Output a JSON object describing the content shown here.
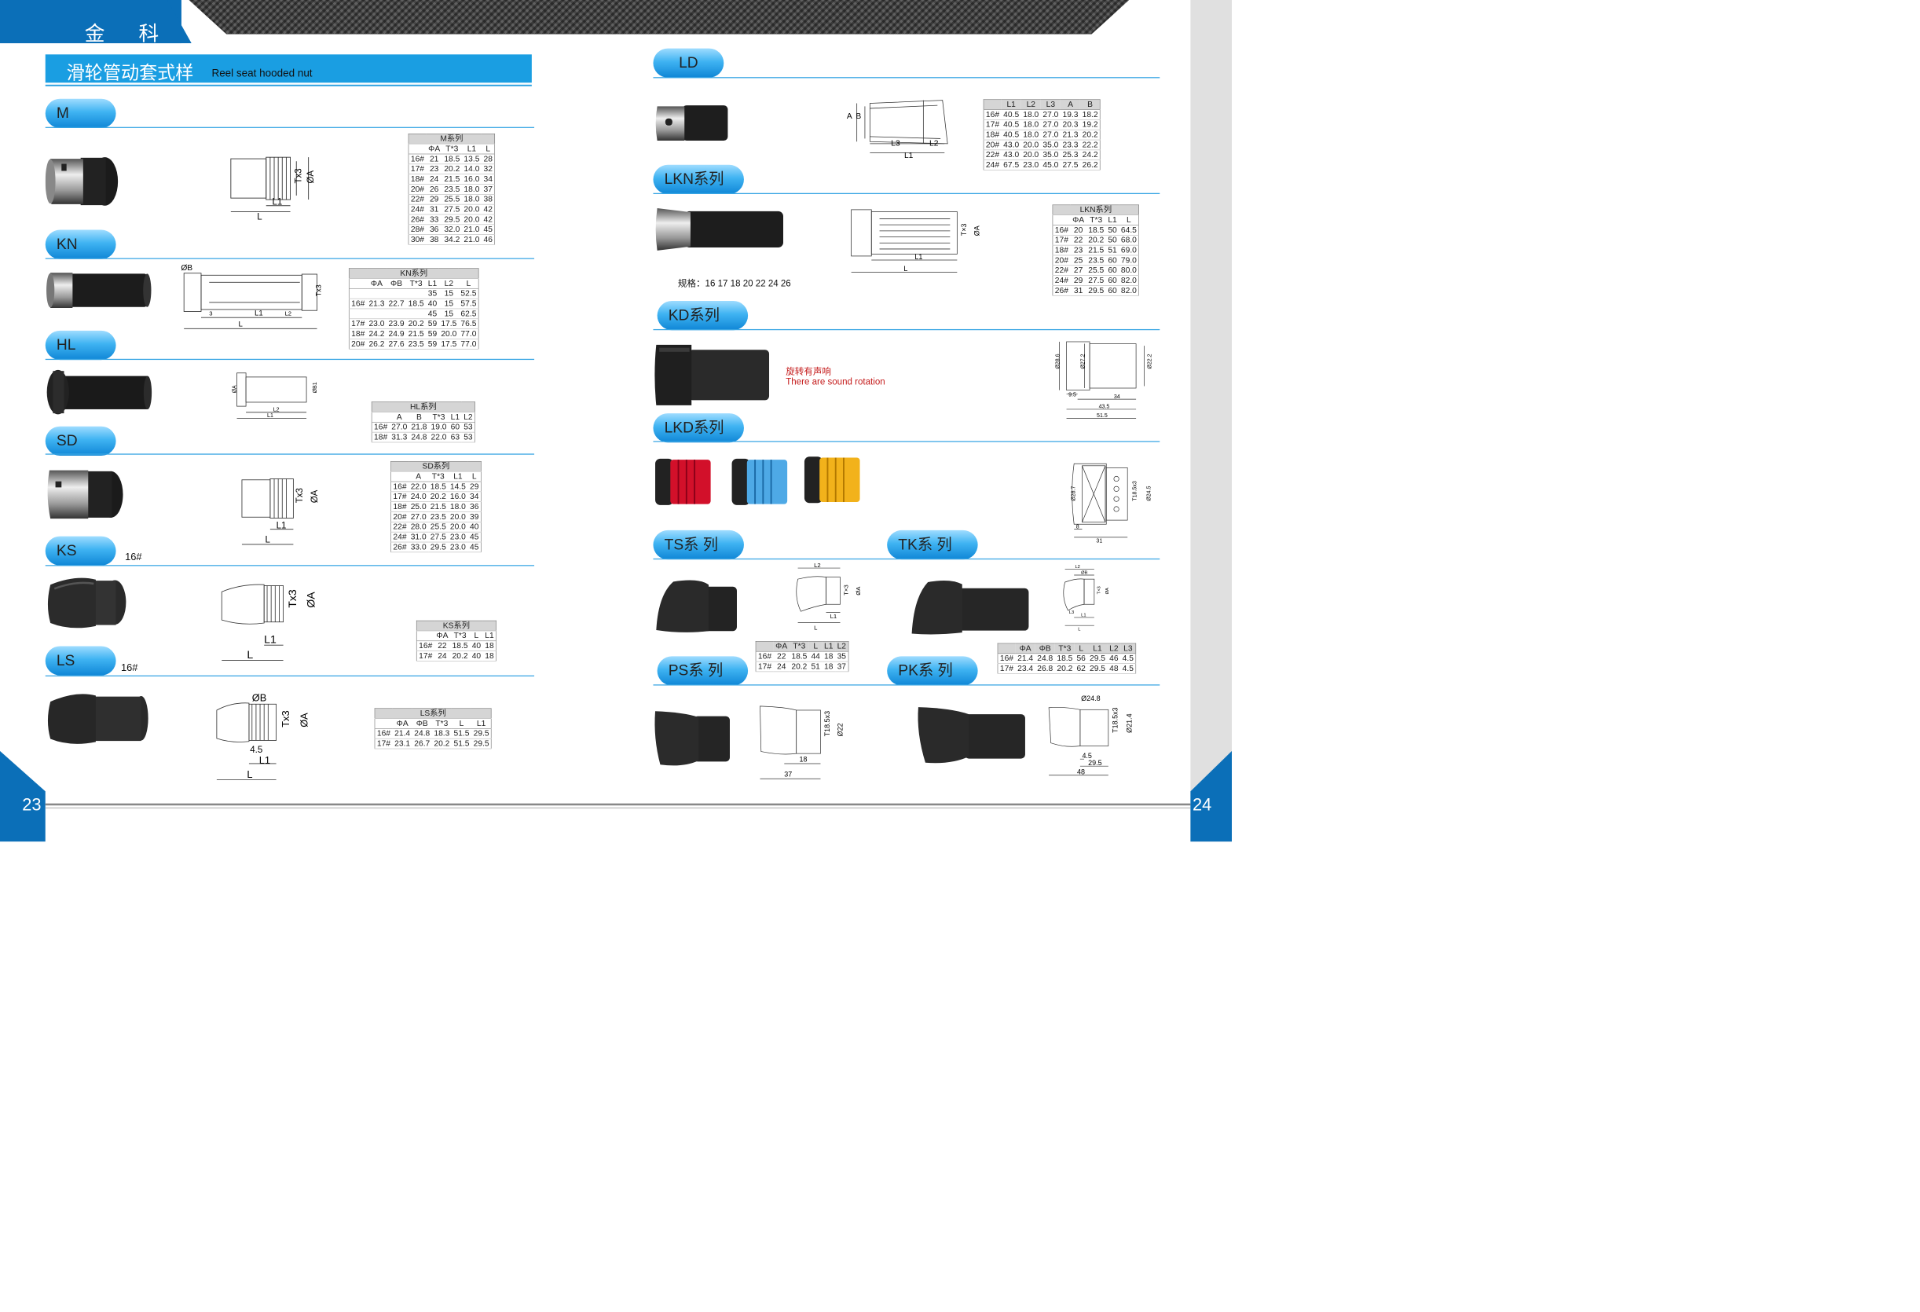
{
  "header": {
    "brand": "金 科"
  },
  "title": {
    "cn": "滑轮管动套式样",
    "en": "Reel seat hooded nut"
  },
  "pages": {
    "left": "23",
    "right": "24"
  },
  "sections": {
    "M": "M",
    "KN": "KN",
    "HL": "HL",
    "SD": "SD",
    "KS": "KS",
    "LS": "LS",
    "LD": "LD",
    "LKN": "LKN系列",
    "KD": "KD系列",
    "LKD": "LKD系列",
    "TS": "TS系 列",
    "TK": "TK系 列",
    "PS": "PS系 列",
    "PK": "PK系 列"
  },
  "suffix": {
    "KS": "16#",
    "LS": "16#"
  },
  "lkn_spec": "规格：16  17  18  20  22  24  26",
  "kd_note": {
    "cn": "旋转有声响",
    "en": "There are sound rotation"
  },
  "tables": {
    "M": {
      "caption": "M系列",
      "headers": [
        "",
        "ΦA",
        "T*3",
        "L1",
        "L"
      ],
      "rows": [
        [
          "16#",
          "21",
          "18.5",
          "13.5",
          "28"
        ],
        [
          "17#",
          "23",
          "20.2",
          "14.0",
          "32"
        ],
        [
          "18#",
          "24",
          "21.5",
          "16.0",
          "34"
        ],
        [
          "20#",
          "26",
          "23.5",
          "18.0",
          "37"
        ],
        [
          "22#",
          "29",
          "25.5",
          "18.0",
          "38"
        ],
        [
          "24#",
          "31",
          "27.5",
          "20.0",
          "42"
        ],
        [
          "26#",
          "33",
          "29.5",
          "20.0",
          "42"
        ],
        [
          "28#",
          "36",
          "32.0",
          "21.0",
          "45"
        ],
        [
          "30#",
          "38",
          "34.2",
          "21.0",
          "46"
        ]
      ]
    },
    "KN": {
      "caption": "KN系列",
      "headers": [
        "",
        "ΦA",
        "ΦB",
        "T*3",
        "L1",
        "L2",
        "L"
      ],
      "rows": [
        [
          "",
          "",
          "",
          "",
          "35",
          "15",
          "52.5"
        ],
        [
          "16#",
          "21.3",
          "22.7",
          "18.5",
          "40",
          "15",
          "57.5"
        ],
        [
          "",
          "",
          "",
          "",
          "45",
          "15",
          "62.5"
        ],
        [
          "17#",
          "23.0",
          "23.9",
          "20.2",
          "59",
          "17.5",
          "76.5"
        ],
        [
          "18#",
          "24.2",
          "24.9",
          "21.5",
          "59",
          "20.0",
          "77.0"
        ],
        [
          "20#",
          "26.2",
          "27.6",
          "23.5",
          "59",
          "17.5",
          "77.0"
        ]
      ]
    },
    "HL": {
      "caption": "HL系列",
      "headers": [
        "",
        "A",
        "B",
        "T*3",
        "L1",
        "L2"
      ],
      "rows": [
        [
          "16#",
          "27.0",
          "21.8",
          "19.0",
          "60",
          "53"
        ],
        [
          "18#",
          "31.3",
          "24.8",
          "22.0",
          "63",
          "53"
        ]
      ]
    },
    "SD": {
      "caption": "SD系列",
      "headers": [
        "",
        "A",
        "T*3",
        "L1",
        "L"
      ],
      "rows": [
        [
          "16#",
          "22.0",
          "18.5",
          "14.5",
          "29"
        ],
        [
          "17#",
          "24.0",
          "20.2",
          "16.0",
          "34"
        ],
        [
          "18#",
          "25.0",
          "21.5",
          "18.0",
          "36"
        ],
        [
          "20#",
          "27.0",
          "23.5",
          "20.0",
          "39"
        ],
        [
          "22#",
          "28.0",
          "25.5",
          "20.0",
          "40"
        ],
        [
          "24#",
          "31.0",
          "27.5",
          "23.0",
          "45"
        ],
        [
          "26#",
          "33.0",
          "29.5",
          "23.0",
          "45"
        ]
      ]
    },
    "KS": {
      "caption": "KS系列",
      "headers": [
        "",
        "ΦA",
        "T*3",
        "L",
        "L1"
      ],
      "rows": [
        [
          "16#",
          "22",
          "18.5",
          "40",
          "18"
        ],
        [
          "17#",
          "24",
          "20.2",
          "40",
          "18"
        ]
      ]
    },
    "LS": {
      "caption": "LS系列",
      "headers": [
        "",
        "ΦA",
        "ΦB",
        "T*3",
        "L",
        "L1"
      ],
      "rows": [
        [
          "16#",
          "21.4",
          "24.8",
          "18.3",
          "51.5",
          "29.5"
        ],
        [
          "17#",
          "23.1",
          "26.7",
          "20.2",
          "51.5",
          "29.5"
        ]
      ]
    },
    "LD": {
      "caption": "",
      "headers": [
        "",
        "L1",
        "L2",
        "L3",
        "A",
        "B"
      ],
      "rows": [
        [
          "16#",
          "40.5",
          "18.0",
          "27.0",
          "19.3",
          "18.2"
        ],
        [
          "17#",
          "40.5",
          "18.0",
          "27.0",
          "20.3",
          "19.2"
        ],
        [
          "18#",
          "40.5",
          "18.0",
          "27.0",
          "21.3",
          "20.2"
        ],
        [
          "20#",
          "43.0",
          "20.0",
          "35.0",
          "23.3",
          "22.2"
        ],
        [
          "22#",
          "43.0",
          "20.0",
          "35.0",
          "25.3",
          "24.2"
        ],
        [
          "24#",
          "67.5",
          "23.0",
          "45.0",
          "27.5",
          "26.2"
        ]
      ]
    },
    "LKN": {
      "caption": "LKN系列",
      "headers": [
        "",
        "ΦA",
        "T*3",
        "L1",
        "L"
      ],
      "rows": [
        [
          "16#",
          "20",
          "18.5",
          "50",
          "64.5"
        ],
        [
          "17#",
          "22",
          "20.2",
          "50",
          "68.0"
        ],
        [
          "18#",
          "23",
          "21.5",
          "51",
          "69.0"
        ],
        [
          "20#",
          "25",
          "23.5",
          "60",
          "79.0"
        ],
        [
          "22#",
          "27",
          "25.5",
          "60",
          "80.0"
        ],
        [
          "24#",
          "29",
          "27.5",
          "60",
          "82.0"
        ],
        [
          "26#",
          "31",
          "29.5",
          "60",
          "82.0"
        ]
      ]
    },
    "TS": {
      "caption": "",
      "headers": [
        "",
        "ΦA",
        "T*3",
        "L",
        "L1",
        "L2"
      ],
      "rows": [
        [
          "16#",
          "22",
          "18.5",
          "44",
          "18",
          "35"
        ],
        [
          "17#",
          "24",
          "20.2",
          "51",
          "18",
          "37"
        ]
      ]
    },
    "TK": {
      "caption": "",
      "headers": [
        "",
        "ΦA",
        "ΦB",
        "T*3",
        "L",
        "L1",
        "L2",
        "L3"
      ],
      "rows": [
        [
          "16#",
          "21.4",
          "24.8",
          "18.5",
          "56",
          "29.5",
          "46",
          "4.5"
        ],
        [
          "17#",
          "23.4",
          "26.8",
          "20.2",
          "62",
          "29.5",
          "48",
          "4.5"
        ]
      ]
    }
  },
  "dims": {
    "M": [
      "Tx3",
      "ØA",
      "L1",
      "L"
    ],
    "KN": [
      "ØB",
      "Tx3",
      "L1",
      "L2",
      "L",
      "3"
    ],
    "HL": [
      "ØA",
      "ØB1",
      "L2",
      "L1"
    ],
    "SD": [
      "Tx3",
      "ØA",
      "L1",
      "L"
    ],
    "KS": [
      "Tx3",
      "ØA",
      "L1",
      "L"
    ],
    "LS": [
      "ØB",
      "Tx3",
      "ØA",
      "4.5",
      "L1",
      "L"
    ],
    "LD": [
      "A",
      "B",
      "L3",
      "L2",
      "L1"
    ],
    "LKN": [
      "T×3",
      "ØA",
      "L1",
      "L"
    ],
    "KD": [
      "Ø28.6",
      "Ø27.2",
      "Ø22.2",
      "9.5",
      "34",
      "43.5",
      "51.5"
    ],
    "LKD": [
      "Ø28.7",
      "T18.5x3",
      "Ø24.5",
      "8",
      "31"
    ],
    "TS": [
      "L2",
      "T×3",
      "ØA",
      "L1",
      "L"
    ],
    "TK": [
      "L2",
      "ØB",
      "T×3",
      "ØA",
      "L3",
      "L1",
      "L"
    ],
    "PS": [
      "T18.5x3",
      "Ø22",
      "18",
      "37"
    ],
    "PK": [
      "Ø24.8",
      "T18.5x3",
      "Ø21.4",
      "4.5",
      "29.5",
      "48"
    ]
  }
}
